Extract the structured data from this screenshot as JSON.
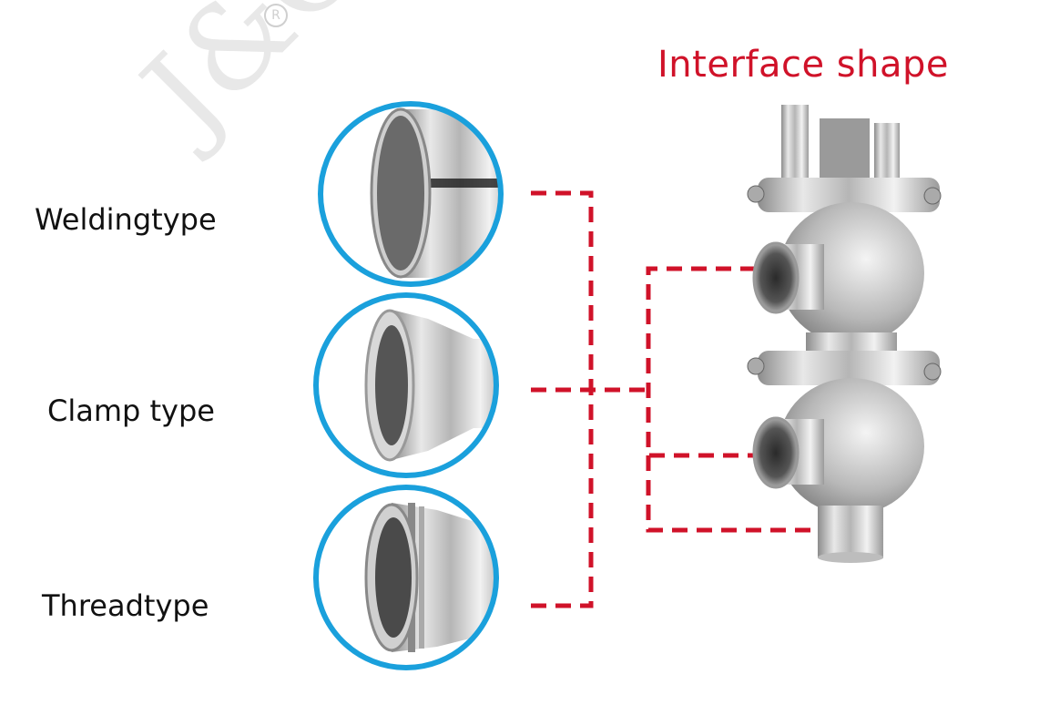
{
  "title": "Interface shape",
  "labels": {
    "welding": "Weldingtype",
    "clamp": "Clamp type",
    "thread": "Threadtype"
  },
  "watermark": "J&O",
  "colors": {
    "accent_red": "#d01229",
    "circle_blue": "#1aa0dc"
  }
}
